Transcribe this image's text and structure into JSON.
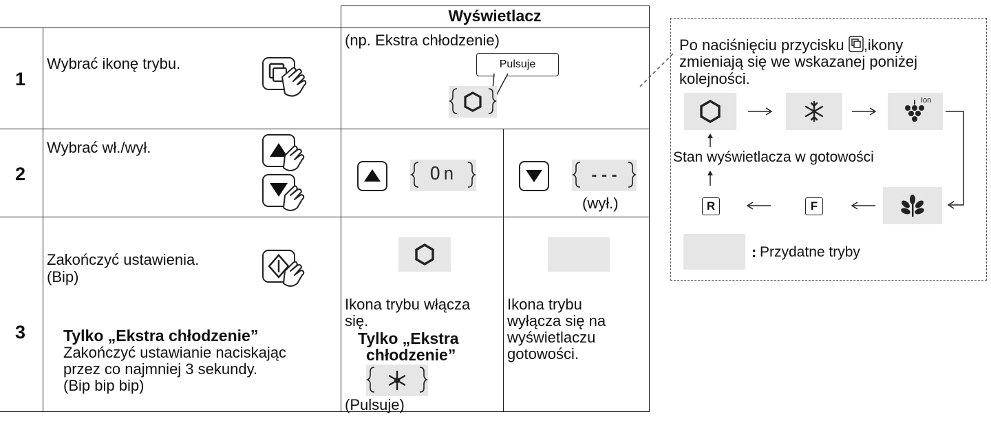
{
  "table": {
    "header": "Wyświetlacz",
    "rows": [
      {
        "number": "1",
        "instruction": "Wybrać ikonę trybu.",
        "display_note": "(np. Ekstra chłodzenie)",
        "callout": "Pulsuje"
      },
      {
        "number": "2",
        "instruction": "Wybrać wł./wył.",
        "off_label": "(wył.)"
      },
      {
        "number": "3",
        "instruction_line1": "Zakończyć ustawienia.",
        "instruction_line2": "(Bip)",
        "extra_title": "Tylko „Ekstra chłodzenie”",
        "extra_line1": "Zakończyć ustawianie naciskając",
        "extra_line2": "przez co najmniej  3 sekundy.",
        "extra_line3": "(Bip bip bip)",
        "on_line1": "Ikona trybu włącza",
        "on_line2": "się.",
        "on_extra_line1": "Tylko „Ekstra",
        "on_extra_line2": "chłodzenie”",
        "on_pulse": "(Pulsuje)",
        "off_line1": "Ikona trybu",
        "off_line2": "wyłącza się na",
        "off_line3": "wyświetlaczu",
        "off_line4": "gotowości."
      }
    ]
  },
  "panel": {
    "line1_before": "Po naciśnięciu przycisku ",
    "line1_after": ",ikony",
    "line2": "zmieniają się we wskazanej poniżej",
    "line3": "kolejności.",
    "standby": "Stan wyświetlacza w gotowości",
    "ion_label": "Ion",
    "r_label": "R",
    "f_label": "F",
    "legend_colon": ":",
    "legend": "Przydatne tryby"
  },
  "display": {
    "on_text": "On",
    "off_text": "- - -"
  },
  "colors": {
    "highlight": "#e6e6e6",
    "line": "#222222",
    "dashed": "#555555"
  },
  "icons": [
    "mode-button-icon",
    "up-button-icon",
    "down-button-icon",
    "set-button-icon",
    "hexagon-icon",
    "snowflake-icon",
    "grapes-ion-icon",
    "leaves-icon",
    "R-mode-icon",
    "F-mode-icon",
    "finger-press-icon"
  ]
}
